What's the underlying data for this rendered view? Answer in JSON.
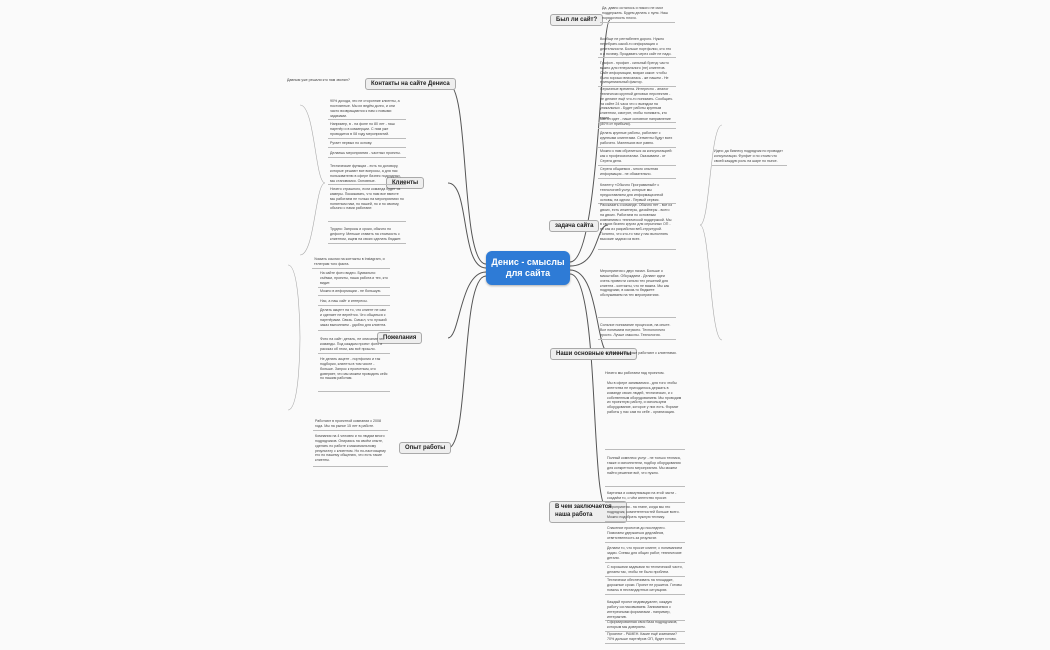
{
  "central": "Денис - смыслы для сайта",
  "topics": {
    "byl_li_sait": "Был ли сайт?",
    "zadacha_saita": "задача сайта",
    "vazhnye_klienty": "Наши основные клиенты",
    "rabota": "В чем заключается наша работа",
    "kontakty": "Контакты на сайте Дениса",
    "klienty": "Клиенты",
    "pozhelaniya": "Пожелания",
    "opyt": "Опыт работы"
  },
  "notes": {
    "byl_li_sait": [
      "Да, давно осталось и никого не смог поддержать. Будем делать с нуля. Наш порядочность плохо."
    ],
    "zadacha_saita": [
      "Вообще не рентабелен дорого. Нужно перебрать какой-то информация о деятельности. Больше портфолио, кто это я и почему. Продавать через сайт не надо.",
      "Графон - профил - сильный бренд: часто важно для генерального (не) клиентов. Сайт информации, визуал какое: чтобы было хорошо вписалась - же нашем - Не принципиальный фактор.",
      "Серьезные времена. Интересно - аналог технически крупной деловых перспектив - не делают ещё что-то понимать. Сообщать на сайте 24 часа что с выездом на уникальных - Будет работы крупным клиентом, смотрят, чтобы понимать, кто такие.",
      "Как он идет - наше основное направление (80% от прибыли).",
      "Делать крупные работы, работают с крупными клиентами. Сегменты будут всех рабочего. Маленьких все равно.",
      "Можно к нам обратиться за консультацией: как к профессионалам. Оказываем - от Серега дела.",
      "Серега общаемся - много опытная информация - не обязательно.",
      "Клиенту «Обычно Программный» с технологией услуг, которые мы предоставляем для информационной основы, на одном - Первый сервис.",
      "Рассказать о команде. Обычно нет - все из двоих, есть инженеры, дизайнеры - всего на двоих. Работаем по основным компаниям с технической поддержкой. Мы в своих бизнес кругах для серьезных ОП - не как из разработки веб-структурой. Понятно, что кто-то там у нас выполнять высокие задачи из всех.",
      "Мероприятия с двух начал. Больше о масштабах. Обсуждаем - Делают идеи очень привести сильно тех решений для клиента - контакты, что не важна. Мы как подрядчики, в каком-то бюджете обслуживаем на тех мероприятиях.",
      "Сильное понимание процессов, на опыте. Все понимаем потрясно. Технологично просто. Лучше смыслы. Технология."
    ],
    "zadacha_side": [
      "Идея: да бизнесу подрядчик но проводит консультации. Фулфит и по стоим что своей каждую роль на шаре по пьесе."
    ],
    "vazhnye_klienty": [
      "Агентства, которые работают с клиентами."
    ],
    "rabota": [
      "Ничего мы работаем над проектом.",
      "Мы в сфере занимаемся - для того чтобы агентства не приходилось держать в команде своих людей, технических, и с собственным оборудованием. Мы проводим их проектную работу, и используем оборудование, которое у них есть. Формат работы у нас сам по себе - организация.",
      "Полный комплекс услуг - не только техника, также и исполнители, подбор оборудования для конкретного мероприятия. Мы можем найти решение всё, что нужно.",
      "Картинка и коммуникации на этой части - создаём то, о чём агентство просит.",
      "Мероприятия - на этапе, когда мы это подрядчик, компетентностей больше всего. Можно подобрать нужную технику.",
      "Спасение проектов до последнего. Помогаем удержаться дедлайнов, ответственность за результат.",
      "Делаем то, что просит клиент, с пониманием задач. Схемы для общих работ, технические детали.",
      "С хорошими задачами по технической части, делаем так, чтобы не было проблем.",
      "Технически обеспечивать на площадке, дорожные сроки. Проект не рушится. Готовы помочь в нестандартных ситуациях.",
      "Каждый проект индивидуален, каждую работу согласовываем. Занимаемся с интересными форматами - например, интерактив.",
      "Сформированная своя база подрядчиков, которым мы доверяем.",
      "Проспект - РАМЕН. Какие ещё компании? 70% дольше партнёров ОП, будет готово."
    ],
    "kontakty": [
      "Давным уже решали кто нам звонил?"
    ],
    "klienty": [
      "90% дохода, это не сторонние клиенты, а постоянные. Мы их ведём долго, и они часто возвращаются к нам с новыми задачами.",
      "Например, в - на фоне по 80 лет - наш партнёр и в коммерции. С ним уже проводится в 08 году мероприятий.",
      "Ругает первых по основу.",
      "Делаешь мероприятия - частных проекты.",
      "Технические функции - есть по договору, которые решают все вопросы, а для нас пользователю в сфере бизнес подрядных, мы становимся. Основные.",
      "Ничего страшного, если команда будет из камеры. Показывать, что нам все вместе мы работаем не только на мероприятиях по понятным нам, по нашей, но и по своему, обычно с нами работают.",
      "Трудно: Запросы и сроки, обычно по дефолту. Меньше ставить на стоимость с клиентом, ищем на своих сделать бюджет."
    ],
    "pozhelaniya": [
      "Указать ссылки на контакты в Instagram, и телеграм того факта.",
      "На сайте фото видео. Буквально: съёмки, проекты, наша работа и тех, кто видит.",
      "Можно в информации - не большую.",
      "Нас, а наш сайт и интересы.",
      "Делать акцент на то, что клиент не сам и сделает не вернётся. Что общаться с партнёрами. Связь. Смысл, что лучший заказ выполняем - удобно для клиента.",
      "Фото на сайт: деталь, не описание что команды. Под каждым проект фото и рассказ об этом, как всё прошло.",
      "Не делать акцент - портфолио и так подборки, клиенты в том числе - больше. Запрос к проектным, кто доверяет, что мы можем проводить кейс по нашим работам."
    ],
    "opyt": [
      "Работают в проектной компании с 2008 года. Мы на рынке 15 лет в работе.",
      "Компания на 4 человек и по людям много подрядчиков. Опираясь на своём опыте, сделать по работе к максимальному результату с клиентом. Но по-настоящему его по нашему общению, что есть такие клиенты."
    ]
  }
}
